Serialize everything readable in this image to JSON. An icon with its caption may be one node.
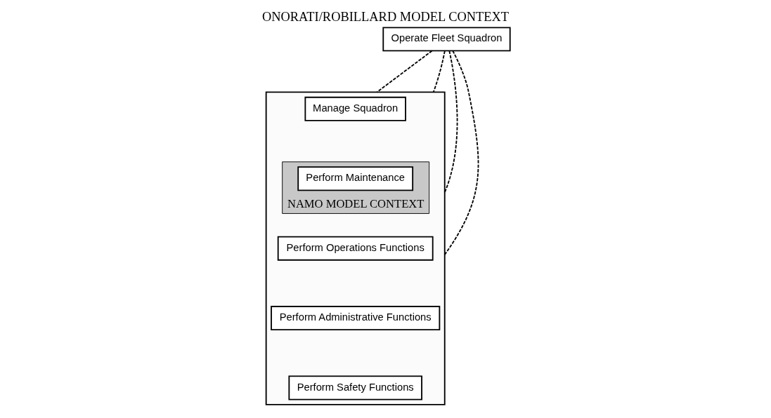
{
  "diagram": {
    "title": "ONORATI/ROBILLARD MODEL CONTEXT",
    "nodes": [
      {
        "text": [
          "Operate Fleet Squadron"
        ]
      },
      {
        "text": [],
        "shape": "box"
      },
      {
        "text": [
          "Manage Squadron"
        ],
        "in": 1
      },
      {
        "text": [
          "NAMO MODEL CONTEXT"
        ],
        "in": 1
      },
      {
        "text": [
          "Perform Maintenance"
        ],
        "in": 3
      },
      {
        "text": [
          "Perform Operations Functions"
        ],
        "in": 1
      },
      {
        "text": [
          "Perform Administrative Functions"
        ],
        "in": 1
      },
      {
        "text": [
          "Perform Safety Functions"
        ],
        "in": 1
      }
    ],
    "edges": [
      {
        "from": 0,
        "to": 1,
        "arrow": "none",
        "style": "dashed"
      },
      {
        "from": 0,
        "to": 1,
        "arrow": "none",
        "style": "dashed"
      },
      {
        "from": 0,
        "to": 1,
        "arrow": "none",
        "style": "dashed"
      },
      {
        "from": 0,
        "to": 1,
        "arrow": "none",
        "style": "dashed"
      }
    ]
  }
}
